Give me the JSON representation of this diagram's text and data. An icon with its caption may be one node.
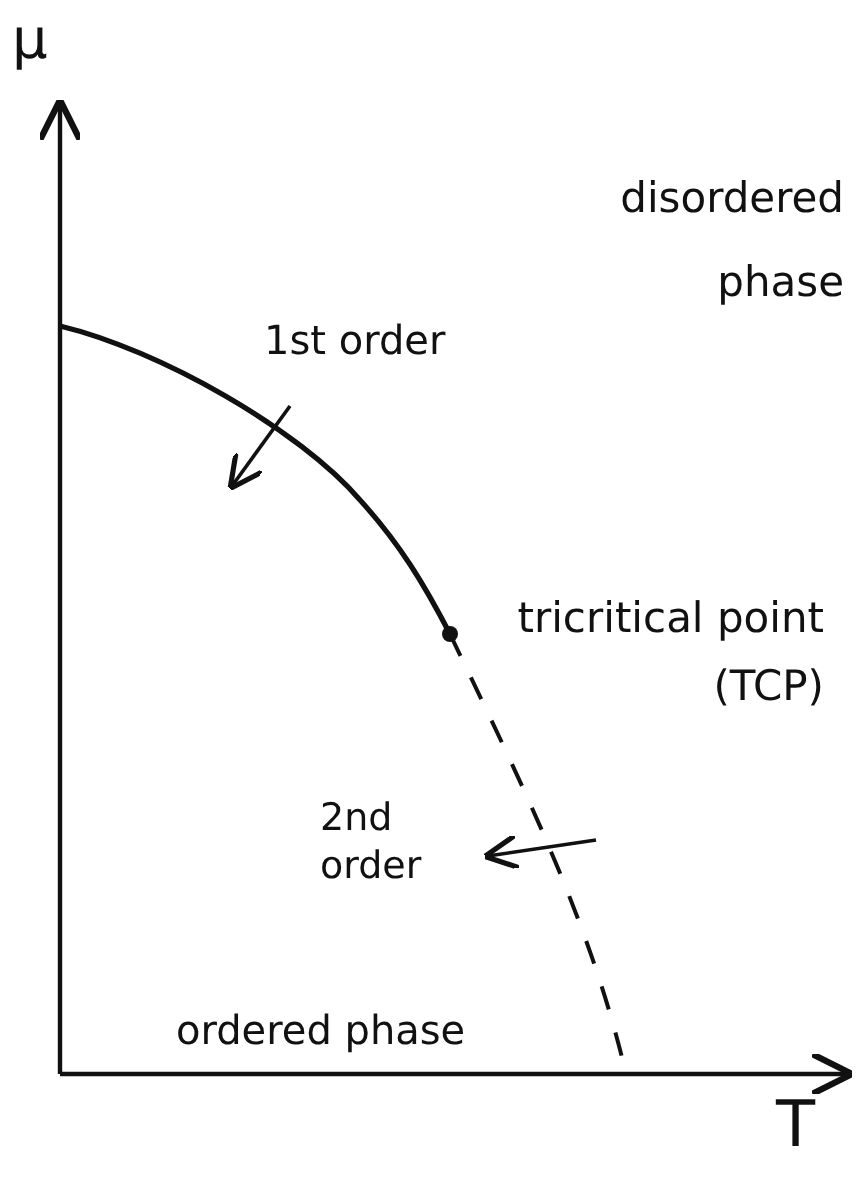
{
  "diagram": {
    "labels": [
      "μ",
      "disordered phase",
      "1st order",
      "tricritical point (TCP)",
      "2nd order",
      "ordered phase",
      "T"
    ]
  }
}
